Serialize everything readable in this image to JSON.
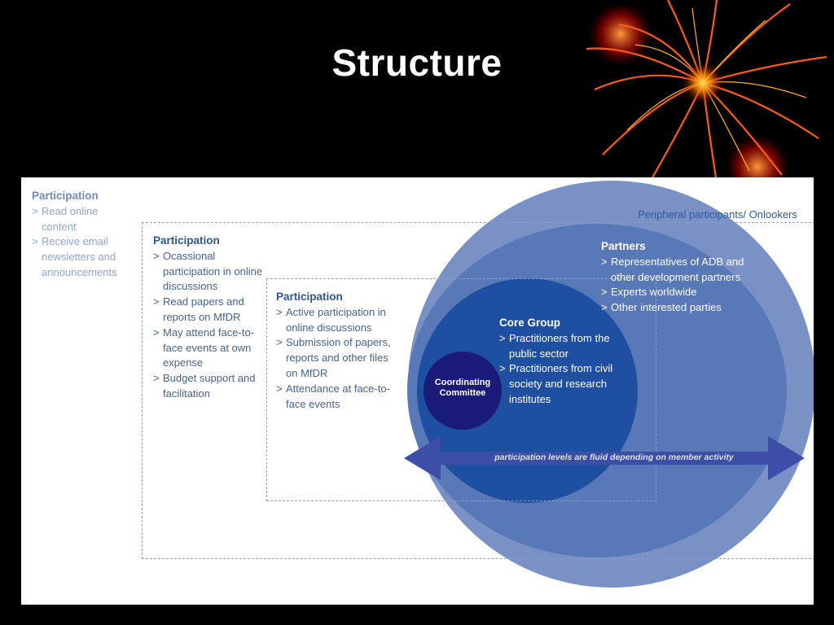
{
  "slide": {
    "title": "Structure"
  },
  "diagram": {
    "outer_participation": {
      "heading": "Participation",
      "items": [
        "Read online content",
        "Receive email newsletters and announcements"
      ]
    },
    "occasional_participation": {
      "heading": "Participation",
      "items": [
        "Ocassional participation in online discussions",
        "Read papers and reports on MfDR",
        "May attend face-to-face events at own expense",
        "Budget support and facilitation"
      ]
    },
    "active_participation": {
      "heading": "Participation",
      "items": [
        "Active participation in online discussions",
        "Submission of papers, reports and other files on MfDR",
        "Attendance at face-to-face events"
      ]
    },
    "peripheral": "Peripheral participants/ Onlookers",
    "partners": {
      "heading": "Partners",
      "items": [
        "Representatives of ADB and other development partners",
        "Experts worldwide",
        "Other interested parties"
      ]
    },
    "core_group": {
      "heading": "Core Group",
      "items": [
        "Practitioners from the public sector",
        "Practitioners from civil society and research institutes"
      ]
    },
    "coordinating_committee": "Coordinating Committee",
    "arrow_label": "participation levels are fluid depending on member activity",
    "colors": {
      "outer_circle": "#7a91c5",
      "partners_circle": "#5878b8",
      "core_circle": "#1f4fa0",
      "coordinating_circle": "#1a1a78",
      "arrow": "#3b4fa8"
    }
  }
}
